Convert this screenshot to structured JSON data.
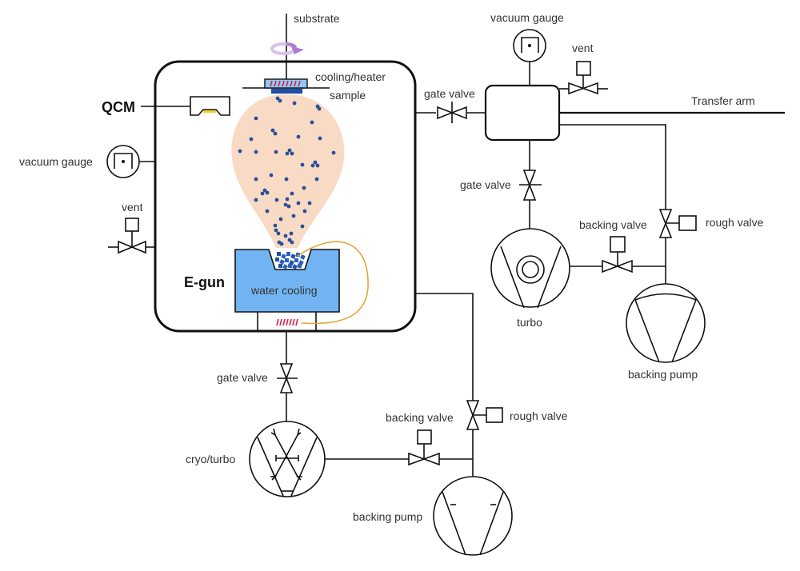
{
  "title": "E-beam evaporation vacuum system schematic",
  "colors": {
    "line": "#111111",
    "plume": "#f9d9c2",
    "particle": "#2a4f9c",
    "water_block": "#72b4f2",
    "sample": "#1f4ea6",
    "heater": "#d8224a",
    "wire": "#e3a53a",
    "rotation_arrow": "#b27ad0",
    "qcm_crystal": "#f2d22a"
  },
  "labels": {
    "substrate": "substrate",
    "cooling_heater": "cooling/heater",
    "sample": "sample",
    "qcm": "QCM",
    "vacuum_gauge_main": "vacuum gauge",
    "vent_main": "vent",
    "egun": "E-gun",
    "water_cooling": "water cooling",
    "gate_valve_main_bottom": "gate valve",
    "cryo_turbo": "cryo/turbo",
    "backing_valve_main": "backing valve",
    "rough_valve_main": "rough valve",
    "backing_pump_main": "backing pump",
    "gate_valve_loadlock": "gate valve",
    "vacuum_gauge_loadlock": "vacuum gauge",
    "vent_loadlock": "vent",
    "transfer_arm": "Transfer arm",
    "gate_valve_loadlock_bottom": "gate valve",
    "turbo": "turbo",
    "backing_valve_loadlock": "backing valve",
    "rough_valve_loadlock": "rough valve",
    "backing_pump_loadlock": "backing pump"
  }
}
